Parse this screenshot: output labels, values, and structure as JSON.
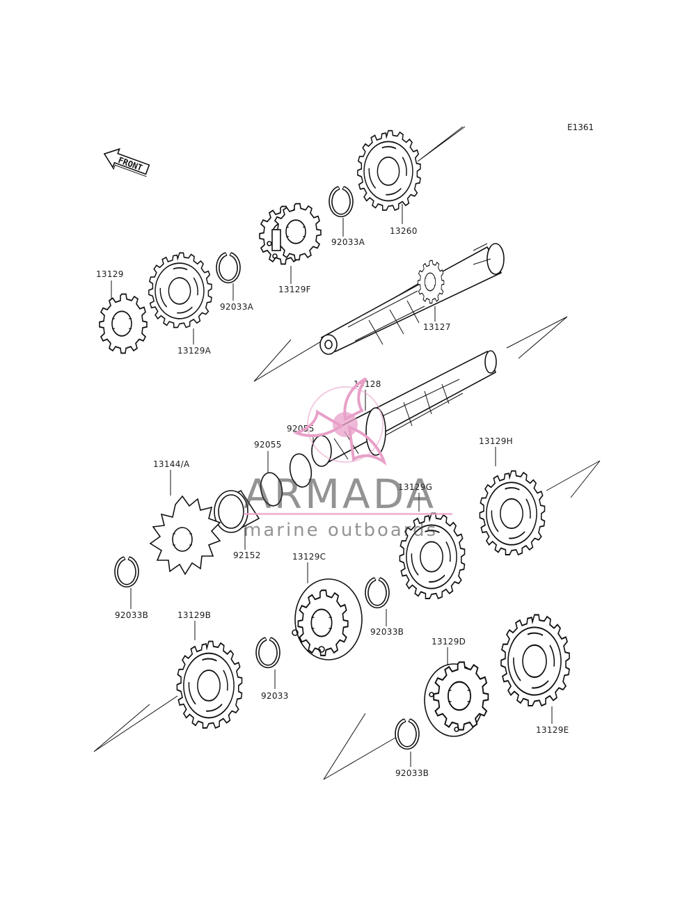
{
  "diagram": {
    "ref_code": "E1361",
    "front_label": "FRONT",
    "watermark": {
      "brand": "ARMADA",
      "tagline": "marine outboards",
      "logo_color": "#e8a0c8",
      "text_color": "#3a3a3a"
    },
    "parts": [
      {
        "id": "p13129",
        "number": "13129",
        "icon": "small-gear-icon"
      },
      {
        "id": "p13129A",
        "number": "13129A",
        "icon": "gear-icon"
      },
      {
        "id": "p92033A_1",
        "number": "92033A",
        "icon": "circlip-icon"
      },
      {
        "id": "p13129F",
        "number": "13129F",
        "icon": "double-gear-icon"
      },
      {
        "id": "p92033A_2",
        "number": "92033A",
        "icon": "circlip-icon"
      },
      {
        "id": "p13260",
        "number": "13260",
        "icon": "gear-icon"
      },
      {
        "id": "p13127",
        "number": "13127",
        "icon": "shaft-icon"
      },
      {
        "id": "p13128",
        "number": "13128",
        "icon": "shaft-icon"
      },
      {
        "id": "p92055_1",
        "number": "92055",
        "icon": "o-ring-icon"
      },
      {
        "id": "p92055_2",
        "number": "92055",
        "icon": "o-ring-icon"
      },
      {
        "id": "p13144A",
        "number": "13144/A",
        "icon": "sprocket-icon"
      },
      {
        "id": "p92152",
        "number": "92152",
        "icon": "collar-icon"
      },
      {
        "id": "p13129H",
        "number": "13129H",
        "icon": "gear-icon"
      },
      {
        "id": "p13129G",
        "number": "13129G",
        "icon": "gear-icon"
      },
      {
        "id": "p13129C",
        "number": "13129C",
        "icon": "double-gear-icon"
      },
      {
        "id": "p92033B_1",
        "number": "92033B",
        "icon": "circlip-icon"
      },
      {
        "id": "p92033B_2",
        "number": "92033B",
        "icon": "circlip-icon"
      },
      {
        "id": "p13129B",
        "number": "13129B",
        "icon": "gear-icon"
      },
      {
        "id": "p92033",
        "number": "92033",
        "icon": "circlip-icon"
      },
      {
        "id": "p13129D",
        "number": "13129D",
        "icon": "gear-icon"
      },
      {
        "id": "p13129E",
        "number": "13129E",
        "icon": "gear-icon"
      },
      {
        "id": "p92033B_3",
        "number": "92033B",
        "icon": "circlip-icon"
      }
    ]
  }
}
